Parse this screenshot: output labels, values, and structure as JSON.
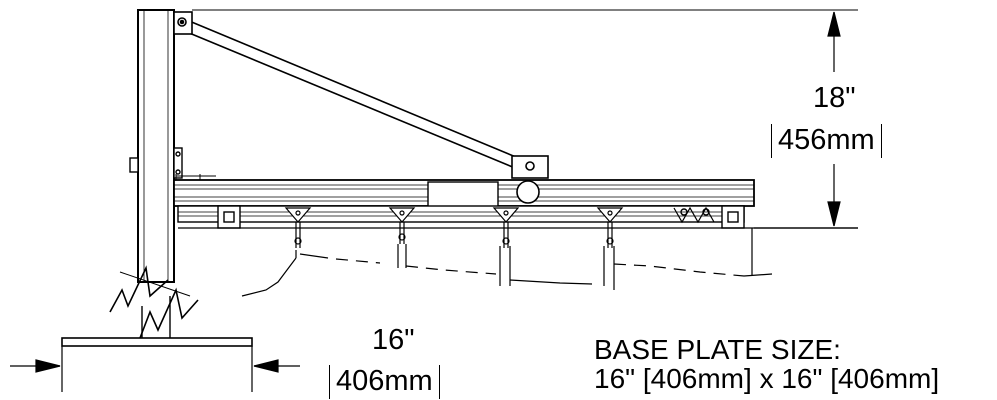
{
  "dimensions": {
    "height": {
      "imperial": "18\"",
      "metric": "456mm"
    },
    "width": {
      "imperial": "16\"",
      "metric": "406mm"
    }
  },
  "note": {
    "line1": "BASE PLATE SIZE:",
    "line2": "16\" [406mm] x 16\" [406mm]"
  }
}
